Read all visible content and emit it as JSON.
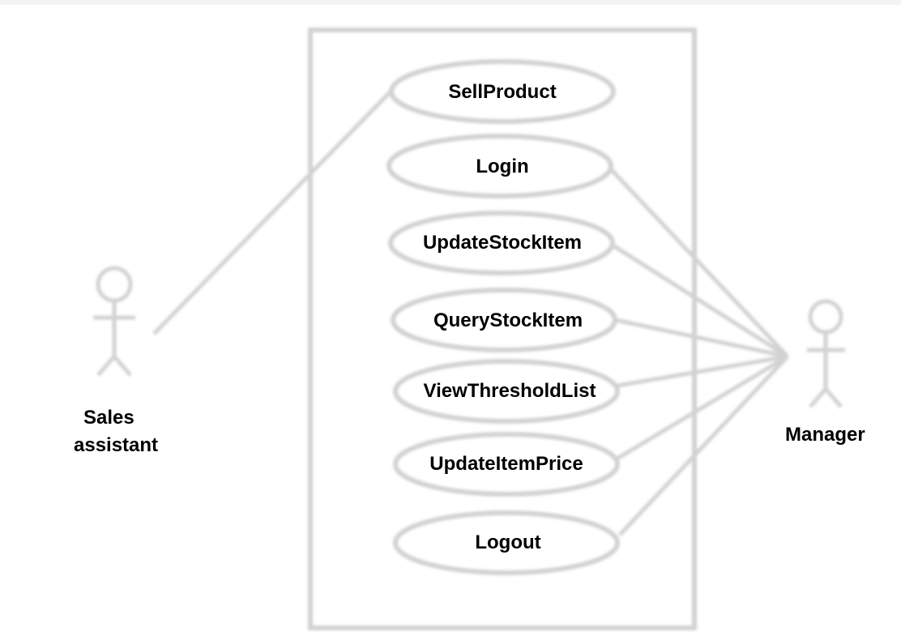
{
  "actors": [
    {
      "id": "sales",
      "lines": [
        "Sales",
        "assistant"
      ]
    },
    {
      "id": "manager",
      "lines": [
        "Manager"
      ]
    }
  ],
  "use_cases": [
    {
      "label": "SellProduct"
    },
    {
      "label": "Login"
    },
    {
      "label": "UpdateStockItem"
    },
    {
      "label": "QueryStockItem"
    },
    {
      "label": "ViewThresholdList"
    },
    {
      "label": "UpdateItemPrice"
    },
    {
      "label": "Logout"
    }
  ],
  "associations": [
    {
      "actor": "sales",
      "use_case": "SellProduct"
    },
    {
      "actor": "manager",
      "use_case": "Login"
    },
    {
      "actor": "manager",
      "use_case": "UpdateStockItem"
    },
    {
      "actor": "manager",
      "use_case": "QueryStockItem"
    },
    {
      "actor": "manager",
      "use_case": "ViewThresholdList"
    },
    {
      "actor": "manager",
      "use_case": "UpdateItemPrice"
    },
    {
      "actor": "manager",
      "use_case": "Logout"
    }
  ],
  "colors": {
    "stroke": "#d2d2d2",
    "text": "#000000",
    "background": "#ffffff"
  }
}
